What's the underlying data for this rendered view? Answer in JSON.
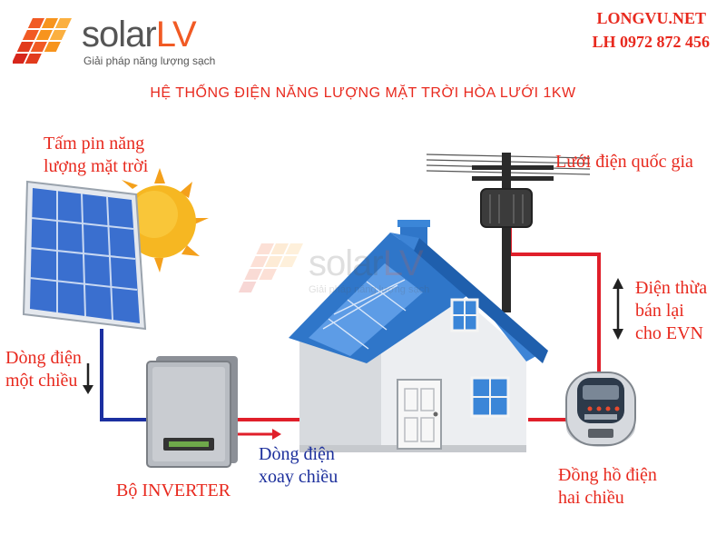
{
  "brand": {
    "name_part1": "solar",
    "name_part2": "LV",
    "tagline": "Giải pháp năng lượng sạch"
  },
  "contact": {
    "website": "LONGVU.NET",
    "phone": "LH 0972 872 456"
  },
  "title": "HỆ THỐNG ĐIỆN NĂNG LƯỢNG MẶT TRỜI HÒA LƯỚI 1KW",
  "labels": {
    "solar_panel_line1": "Tấm pin năng",
    "solar_panel_line2": "lượng mặt trời",
    "grid": "Lưới điện quốc gia",
    "excess_line1": "Điện thừa",
    "excess_line2": "bán lại",
    "excess_line3": "cho EVN",
    "dc_line1": "Dòng điện",
    "dc_line2": "một chiều",
    "inverter": "Bộ INVERTER",
    "ac_line1": "Dòng điện",
    "ac_line2": "xoay chiều",
    "meter_line1": "Đồng hồ điện",
    "meter_line2": "hai chiều"
  },
  "watermark": {
    "name_part1": "solar",
    "name_part2": "LV",
    "tagline": "Giải pháp năng lượng sạch"
  },
  "colors": {
    "accent_red": "#e8291e",
    "label_blue": "#1c2f9c",
    "dc_wire": "#1b2fa0",
    "ac_wire": "#e01f2a",
    "roof_blue": "#2f76c9",
    "panel_blue": "#3f7fd6",
    "sun_yellow": "#f4b21b"
  }
}
